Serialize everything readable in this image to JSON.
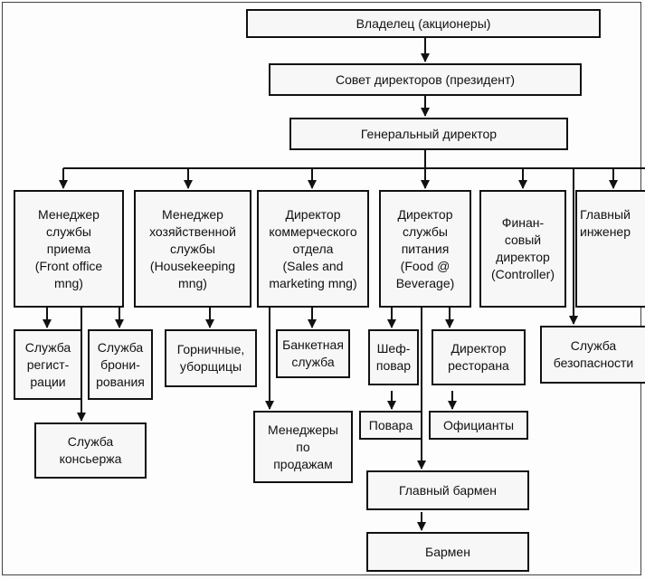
{
  "org_chart": {
    "owner": "Владелец (акционеры)",
    "board": "Совет директоров (президент)",
    "general_director": "Генеральный директор",
    "front_office_manager": "Менеджер\nслужбы\nприема\n(Front office\nmng)",
    "housekeeping_manager": "Менеджер\nхозяйственной\nслужбы\n(Housekeeping\nmng)",
    "commercial_director": "Директор\nкоммерческого\nотдела\n(Sales and\nmarketing mng)",
    "food_director": "Директор\nслужбы\nпитания\n(Food @\nBeverage)",
    "financial_director": "Финан-\nсовый\nдиректор\n(Controller)",
    "chief_engineer": "Главный\nинженер",
    "registration_service": "Служба\nрегист-\nрации",
    "reservation_service": "Служба\nброни-\nрования",
    "concierge_service": "Служба\nконсьержа",
    "maids_cleaners": "Горничные,\nуборщицы",
    "banquet_service": "Банкетная\nслужба",
    "sales_managers": "Менеджеры\nпо\nпродажам",
    "chef": "Шеф-\nповар",
    "cooks": "Повара",
    "restaurant_director": "Директор\nресторана",
    "waiters": "Официанты",
    "head_bartender": "Главный бармен",
    "bartender": "Бармен",
    "security_service": "Служба\nбезопасности"
  }
}
